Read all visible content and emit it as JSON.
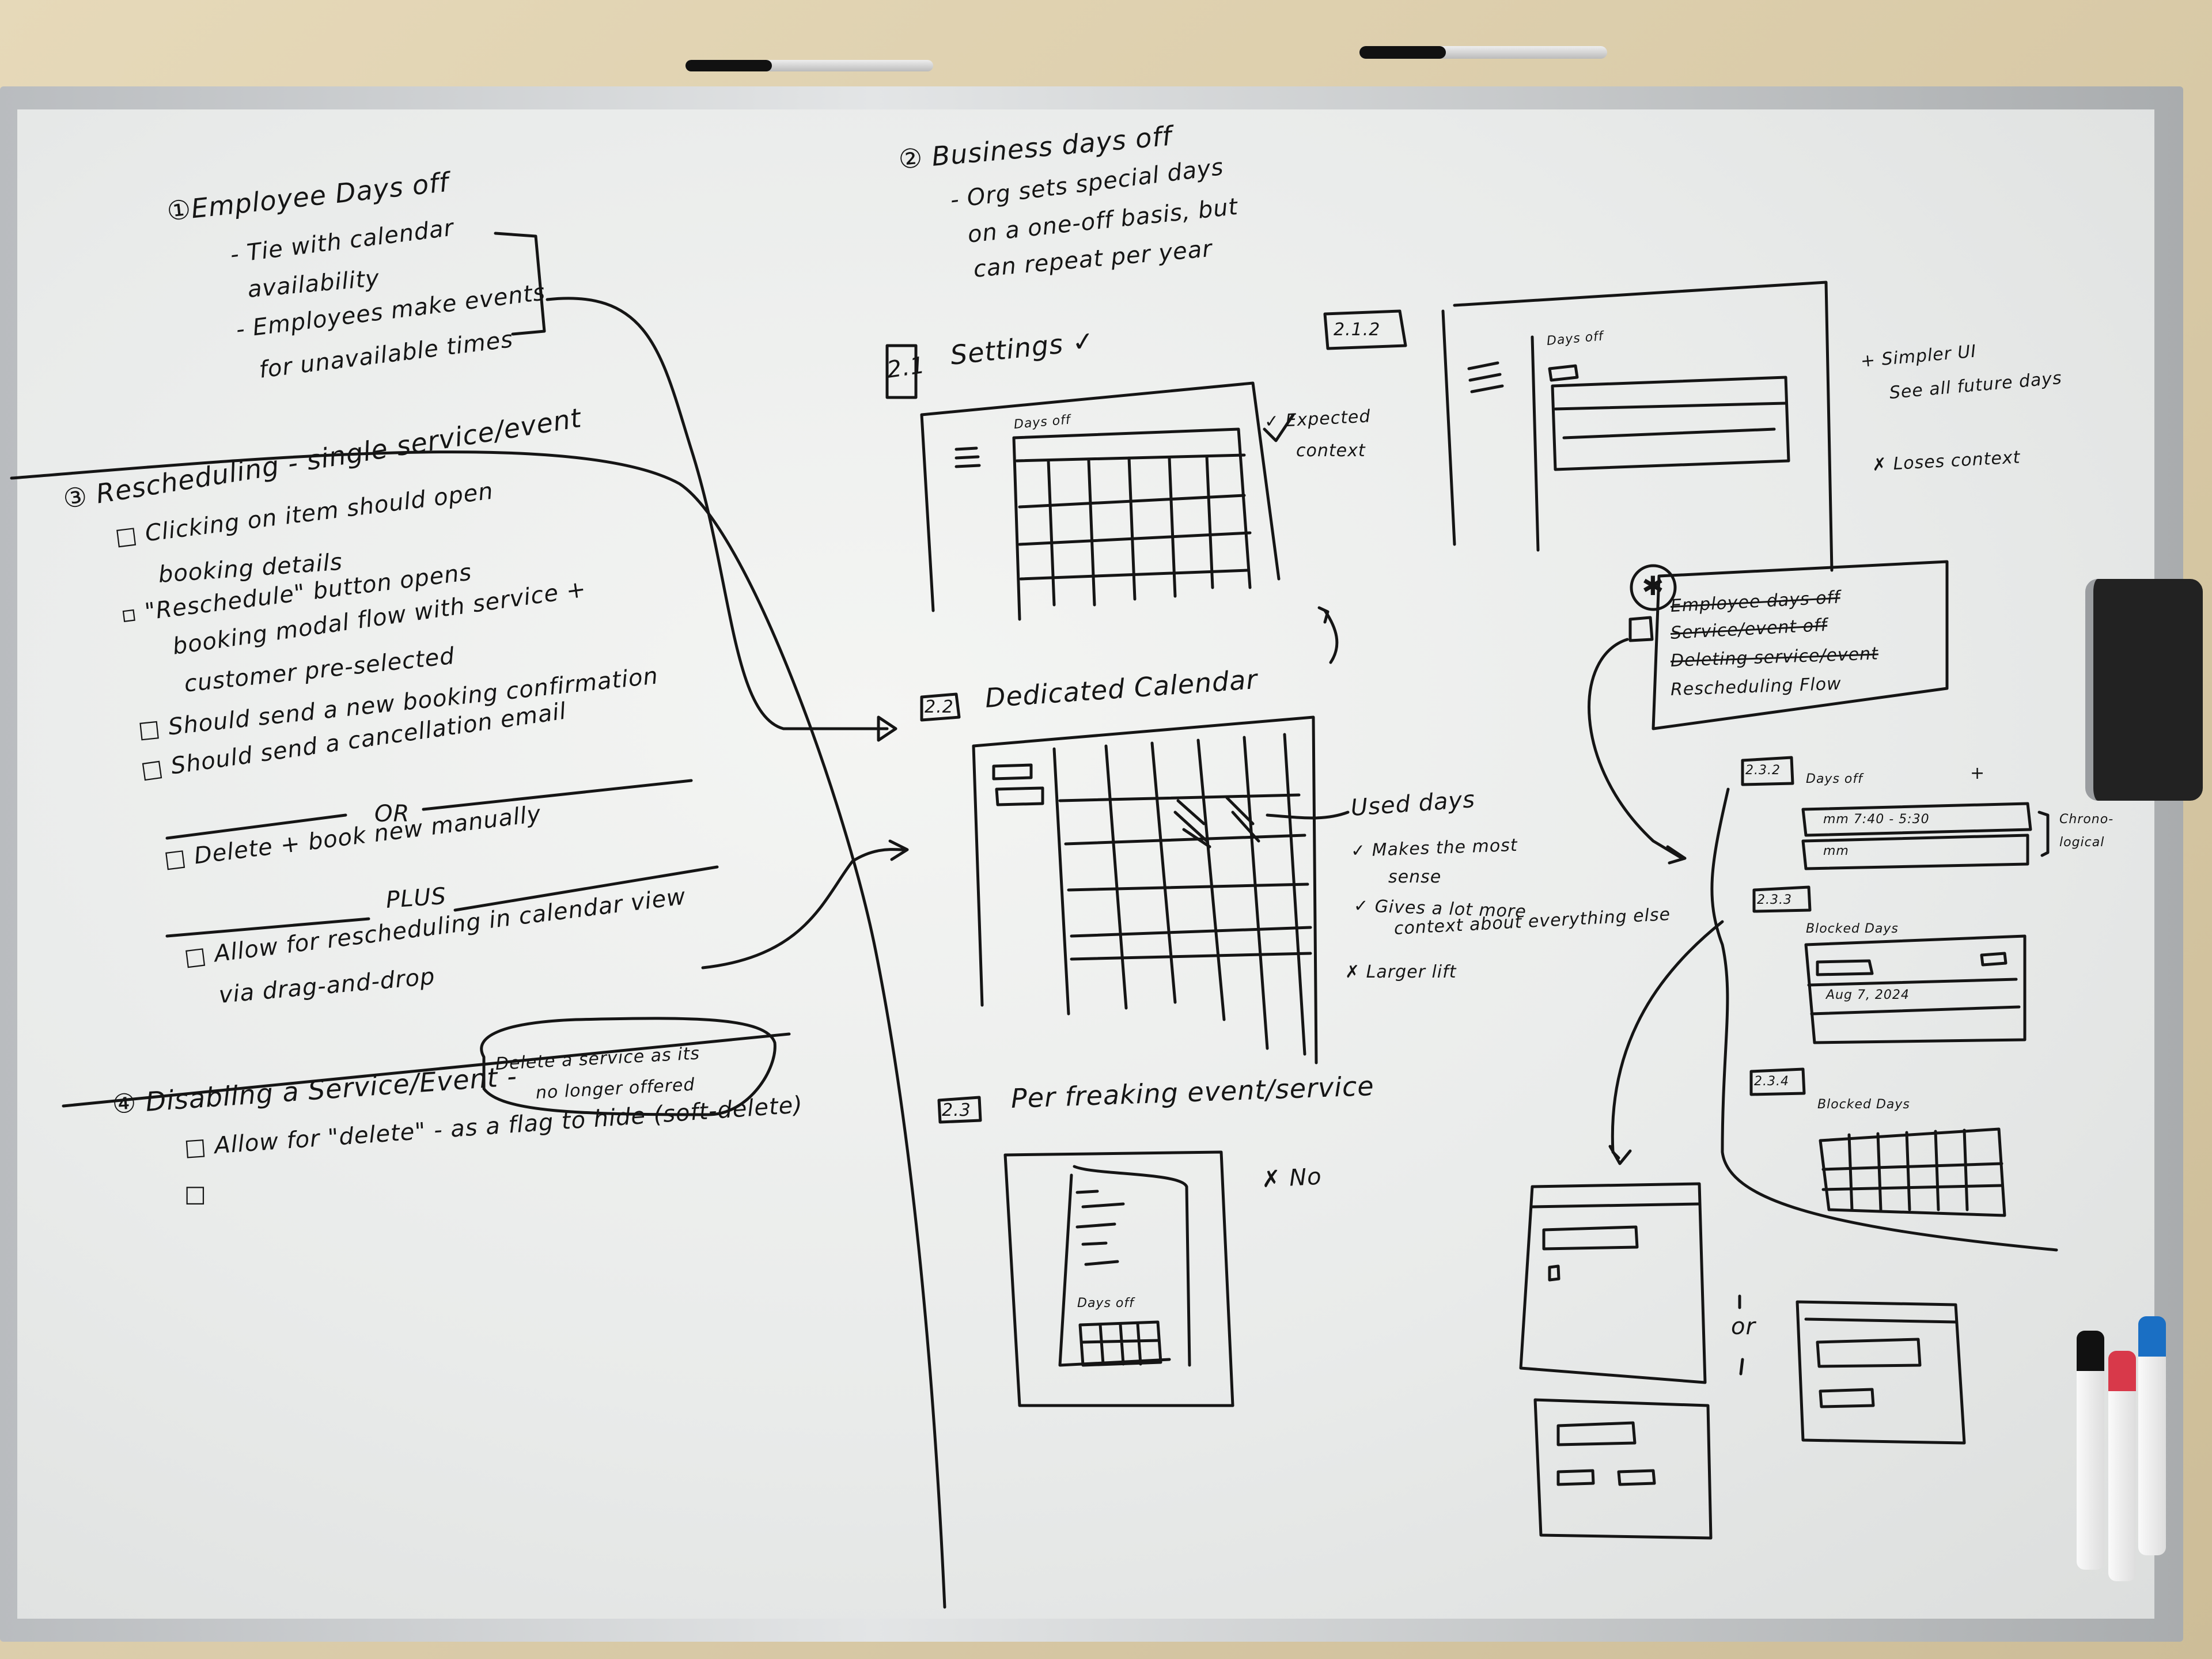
{
  "section1": {
    "title": "①Employee Days off",
    "line1": "- Tie with calendar",
    "line2": "availability",
    "line3": "- Employees make events",
    "line4": "for unavailable times"
  },
  "section2": {
    "title": "② Business days off",
    "line1": "- Org sets special days",
    "line2": "on a one-off basis, but",
    "line3": "can repeat per year"
  },
  "section3": {
    "title": "③ Rescheduling - single service/event",
    "item1a": "□ Clicking on item should open",
    "item1b": "booking details",
    "item2a": "▫ \"Reschedule\" button opens",
    "item2b": "booking modal flow with service +",
    "item2c": "customer pre-selected",
    "item3": "□ Should send a new booking confirmation",
    "item4": "□ Should send a cancellation email",
    "or": "OR",
    "item5": "□ Delete + book new manually",
    "plus": "PLUS",
    "item6a": "□ Allow for rescheduling in calendar view",
    "item6b": "via drag-and-drop"
  },
  "section4": {
    "title": "④ Disabling a Service/Event -",
    "bubble1": "Delete a service as its",
    "bubble2": "no longer offered",
    "item1": "□ Allow for \"delete\" - as a flag to hide (soft-delete)",
    "item2": "□"
  },
  "settings": {
    "tag": "2.1",
    "title": "Settings ✓",
    "inner": "Days off",
    "note1": "✓ Expected",
    "note2": "context"
  },
  "days_off_212": {
    "tag": "2.1.2",
    "inner": "Days off",
    "note1": "+ Simpler UI",
    "note2": "See all future days",
    "note3": "✗ Loses context"
  },
  "dedicated": {
    "tag": "2.2",
    "title": "Dedicated Calendar",
    "note1": "Used days",
    "note2": "✓ Makes the most",
    "note3": "sense",
    "note4": "✓ Gives a lot more",
    "note5": "context about everything else",
    "note6": "✗ Larger lift"
  },
  "per_thing": {
    "tag": "2.3",
    "title": "Per freaking event/service",
    "no": "✗ No",
    "inner": "Days off"
  },
  "checklist": {
    "star": "✱",
    "item1": "Employee days off",
    "item2": "Service/event off",
    "item3": "Deleting service/event",
    "item4": "Rescheduling Flow"
  },
  "mini": {
    "tag232": "2.3.2",
    "title232": "Days off",
    "plus": "+",
    "row1": "mm  7:40 - 5:30",
    "row2": "mm",
    "chrono1": "Chrono-",
    "chrono2": "logical",
    "tag233": "2.3.3",
    "title233": "Blocked Days",
    "row3": "Aug 7, 2024",
    "tag234": "2.3.4",
    "title234": "Blocked Days",
    "or": "or"
  },
  "colors": {
    "ink": "#151515",
    "marker_red": "#d8394a",
    "marker_blue": "#1a6fc4",
    "marker_black": "#222222"
  }
}
